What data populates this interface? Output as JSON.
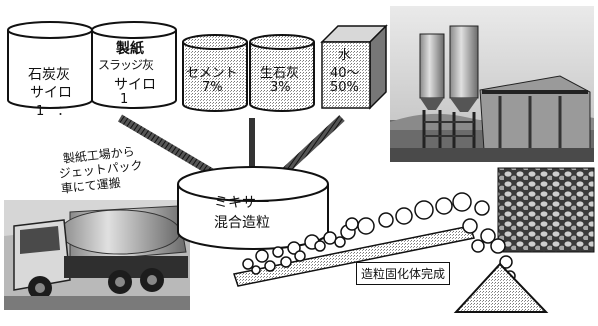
{
  "silos": [
    {
      "id": "coal",
      "lines": [
        "石炭灰",
        "サイロ",
        "1　：",
        ""
      ]
    },
    {
      "id": "paper",
      "lines": [
        "製紙",
        "スラッジ灰",
        "サイロ",
        "1"
      ]
    }
  ],
  "additives": [
    {
      "id": "cement",
      "lines": [
        "セメント",
        "7%"
      ]
    },
    {
      "id": "lime",
      "lines": [
        "生石灰",
        "3%"
      ]
    }
  ],
  "water": {
    "lines": [
      "水",
      "40～",
      "50%"
    ]
  },
  "transport_note": [
    "製紙工場から",
    "ジェットパック",
    "車にて運搬"
  ],
  "mixer": {
    "lines": [
      "ミキサー",
      "混合造粒"
    ]
  },
  "result_label": "造粒固化体完成",
  "colors": {
    "line": "#111111",
    "fill_light": "#f4f4f4",
    "dither": "#9a9a9a",
    "arrow": "#333333"
  }
}
